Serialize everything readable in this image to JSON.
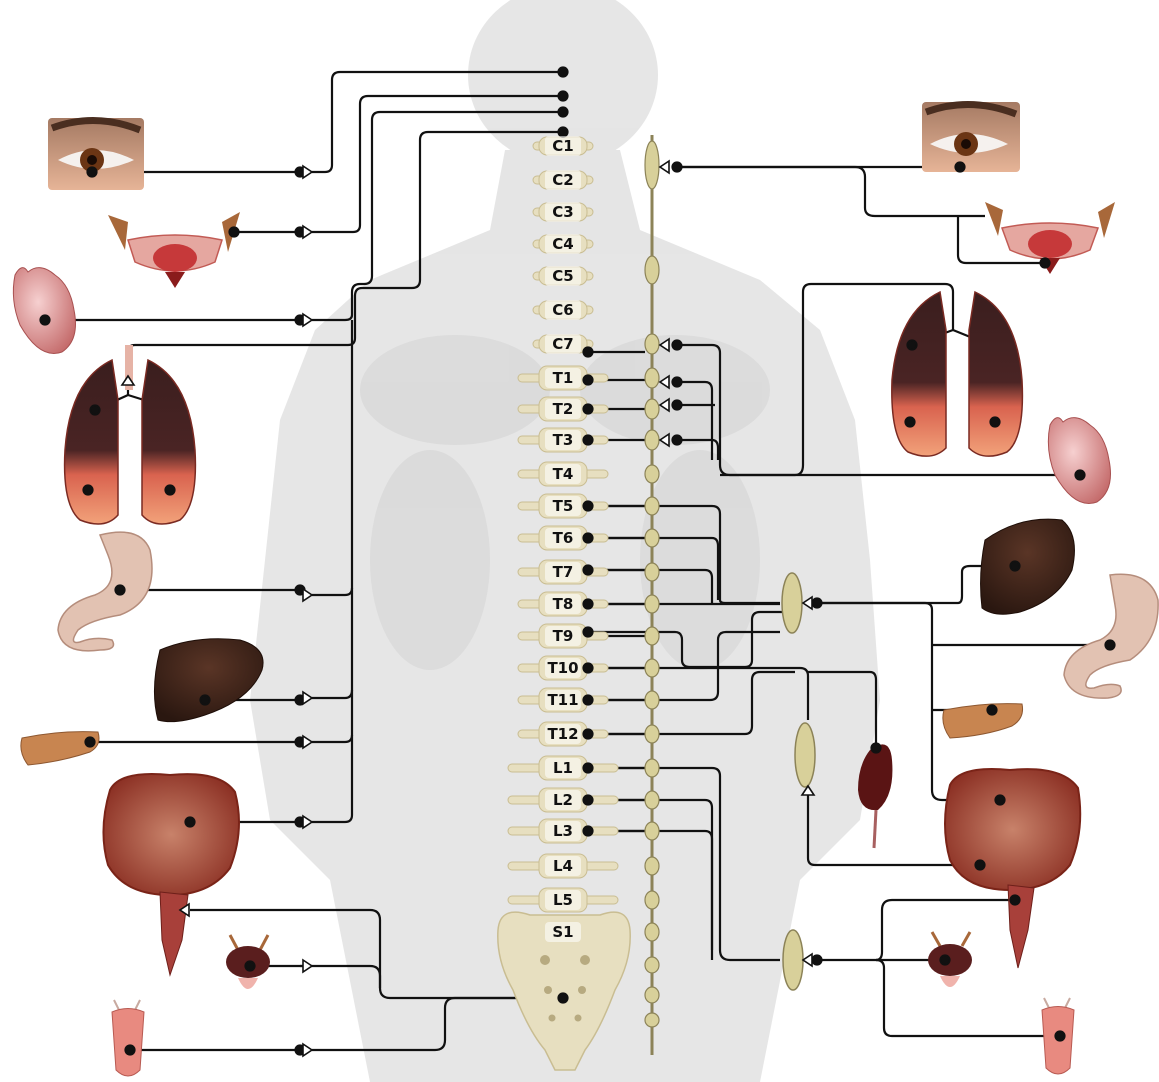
{
  "diagram": {
    "vertebrae": [
      "C1",
      "C2",
      "C3",
      "C4",
      "C5",
      "C6",
      "C7",
      "T1",
      "T2",
      "T3",
      "T4",
      "T5",
      "T6",
      "T7",
      "T8",
      "T9",
      "T10",
      "T11",
      "T12",
      "L1",
      "L2",
      "L3",
      "L4",
      "L5",
      "S1"
    ]
  },
  "colors": {
    "wire": "#111111",
    "bone": "#e7dfc0",
    "bone_edge": "#c9bd92",
    "chain": "#d8d09a",
    "chain_edge": "#8c8358",
    "body": "#e1e1e1",
    "eye_skin": "#d9a888",
    "iris": "#6b3514",
    "lung": "#c0473a",
    "lung_dark": "#3a1e1e",
    "heart": "#e0a0a0",
    "stomach": "#e2c2b2",
    "liver": "#3d2419",
    "pancreas": "#c88550",
    "intestine": "#a64a3a",
    "bladder": "#5a1e1e",
    "genital": "#e88a80",
    "kidney": "#5a1414"
  },
  "organs_left": [
    "eye-icon",
    "lacrimal-salivary-gland-icon",
    "heart-icon",
    "lungs-icon",
    "stomach-icon",
    "liver-icon",
    "pancreas-icon",
    "intestines-icon",
    "rectum-icon",
    "bladder-icon",
    "genitals-icon"
  ],
  "organs_right": [
    "eye-icon",
    "lacrimal-salivary-gland-icon",
    "lungs-icon",
    "heart-icon",
    "liver-icon",
    "stomach-icon",
    "pancreas-icon",
    "intestines-icon",
    "kidney-icon",
    "rectum-icon",
    "bladder-icon",
    "genitals-icon"
  ]
}
